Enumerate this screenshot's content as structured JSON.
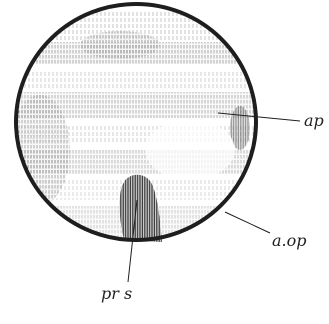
{
  "labels": {
    "ap": "ap",
    "aop": "a.op",
    "prs": "pr s"
  },
  "colors": {
    "ink": "#1e1e1e",
    "paper": "#ffffff",
    "hatch": "#5a5a5a"
  }
}
